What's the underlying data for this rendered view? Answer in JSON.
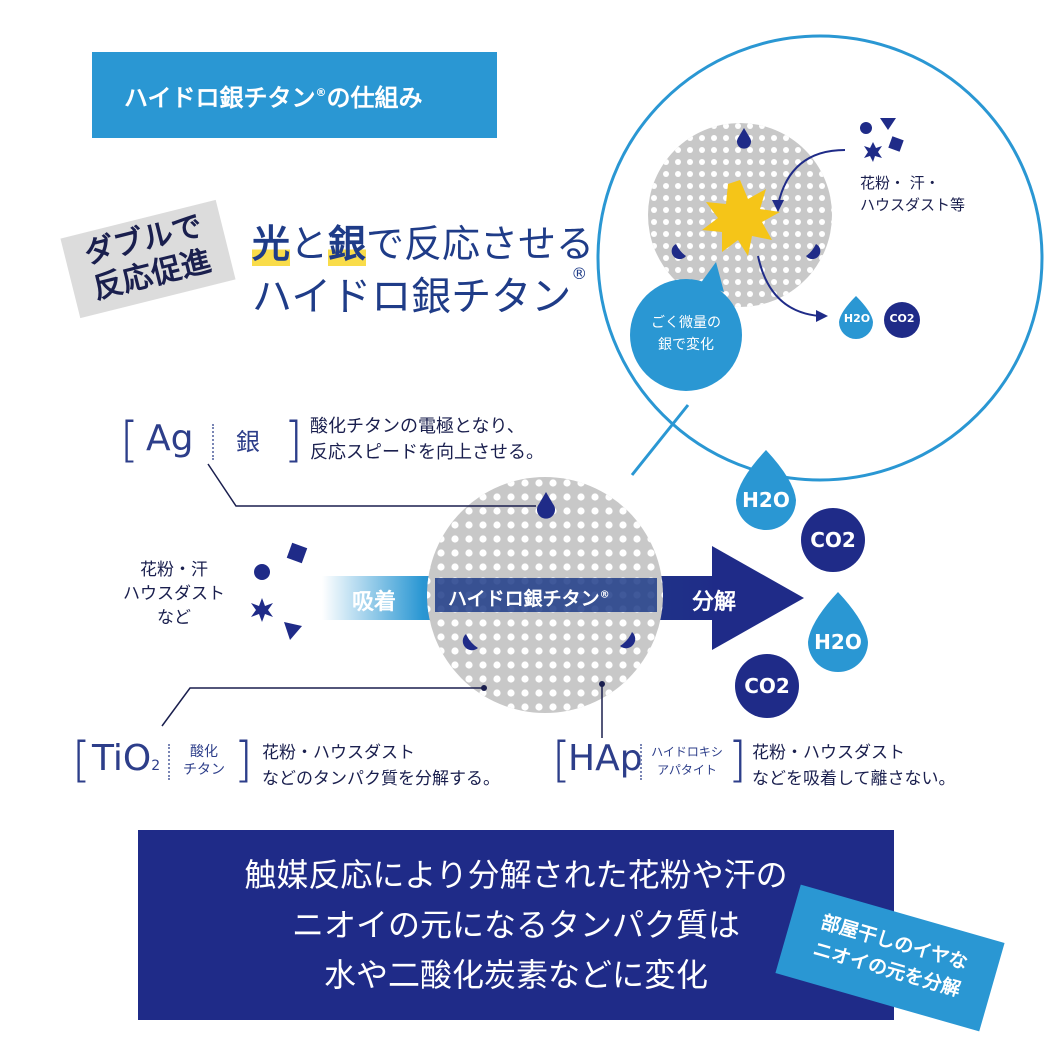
{
  "title": "ハイドロ銀チタン",
  "title_reg": "®",
  "title_suffix": "の仕組み",
  "double_badge": {
    "line1": "ダブルで",
    "line2": "反応促進"
  },
  "headline": {
    "hl1": "光",
    "mid1": "と",
    "hl2": "銀",
    "rest": "で反応させる",
    "line2": "ハイドロ銀チタン",
    "reg": "®"
  },
  "zoom": {
    "pollen_label1": "花粉・ 汗・",
    "pollen_label2": "ハウスダスト等",
    "bubble1": "ごく微量の",
    "bubble2": "銀で変化",
    "h2o": "H2O",
    "co2": "CO2"
  },
  "ag": {
    "symbol": "Ag",
    "name": "銀",
    "desc1": "酸化チタンの電極となり、",
    "desc2": "反応スピードを向上させる。"
  },
  "input": {
    "line1": "花粉・汗",
    "line2": "ハウスダスト",
    "line3": "など"
  },
  "flow": {
    "adsorb": "吸着",
    "center": "ハイドロ銀チタン",
    "center_reg": "®",
    "decompose": "分解"
  },
  "outputs": [
    {
      "label": "H2O"
    },
    {
      "label": "CO2"
    },
    {
      "label": "H2O"
    },
    {
      "label": "CO2"
    }
  ],
  "tio2": {
    "symbol": "TiO",
    "sub": "2",
    "tag1": "酸化",
    "tag2": "チタン",
    "desc1": "花粉・ハウスダスト",
    "desc2": "などのタンパク質を分解する。"
  },
  "hap": {
    "symbol": "HAp",
    "tag1": "ハイドロキシ",
    "tag2": "アパタイト",
    "desc1": "花粉・ハウスダスト",
    "desc2": "などを吸着して離さない。"
  },
  "bottom": {
    "line1": "触媒反応により分解された花粉や汗の",
    "line2": "ニオイの元になるタンパク質は",
    "line3": "水や二酸化炭素などに変化"
  },
  "corner_badge": {
    "line1": "部屋干しのイヤな",
    "line2": "ニオイの元を分解"
  },
  "colors": {
    "navy": "#1f2b88",
    "blue": "#2a97d3",
    "yellow": "#f5c518",
    "gray": "#dcdcdc"
  }
}
